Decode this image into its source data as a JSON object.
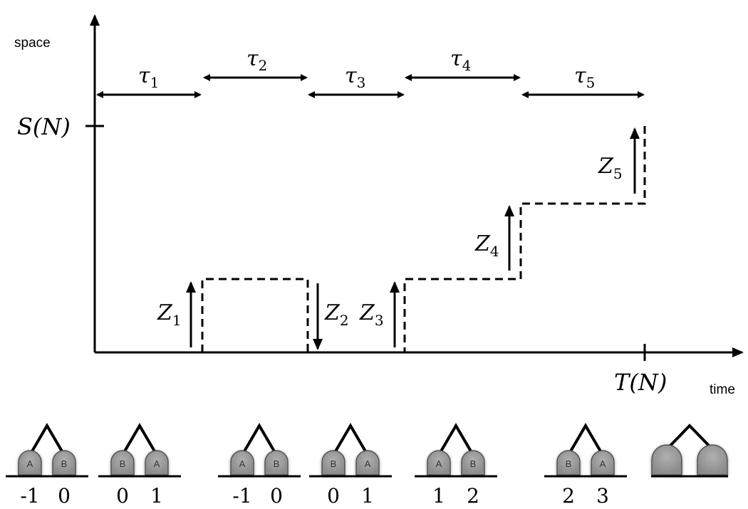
{
  "axes": {
    "y_label": "space",
    "x_label": "time",
    "y_tick": "S(N)",
    "x_tick": "T(N)"
  },
  "intervals": [
    {
      "label": "τ",
      "sub": "1"
    },
    {
      "label": "τ",
      "sub": "2"
    },
    {
      "label": "τ",
      "sub": "3"
    },
    {
      "label": "τ",
      "sub": "4"
    },
    {
      "label": "τ",
      "sub": "5"
    }
  ],
  "jumps": [
    {
      "label": "Z",
      "sub": "1",
      "direction": "up"
    },
    {
      "label": "Z",
      "sub": "2",
      "direction": "down"
    },
    {
      "label": "Z",
      "sub": "3",
      "direction": "up"
    },
    {
      "label": "Z",
      "sub": "4",
      "direction": "up"
    },
    {
      "label": "Z",
      "sub": "5",
      "direction": "up"
    }
  ],
  "trees": [
    {
      "left_leaf": "A",
      "right_leaf": "B",
      "left_pos": "-1",
      "right_pos": "0"
    },
    {
      "left_leaf": "B",
      "right_leaf": "A",
      "left_pos": "0",
      "right_pos": "1"
    },
    {
      "left_leaf": "A",
      "right_leaf": "B",
      "left_pos": "-1",
      "right_pos": "0"
    },
    {
      "left_leaf": "B",
      "right_leaf": "A",
      "left_pos": "0",
      "right_pos": "1"
    },
    {
      "left_leaf": "A",
      "right_leaf": "B",
      "left_pos": "1",
      "right_pos": "2"
    },
    {
      "left_leaf": "B",
      "right_leaf": "A",
      "left_pos": "2",
      "right_pos": "3"
    },
    {
      "left_leaf": "",
      "right_leaf": "",
      "left_pos": "",
      "right_pos": ""
    }
  ]
}
